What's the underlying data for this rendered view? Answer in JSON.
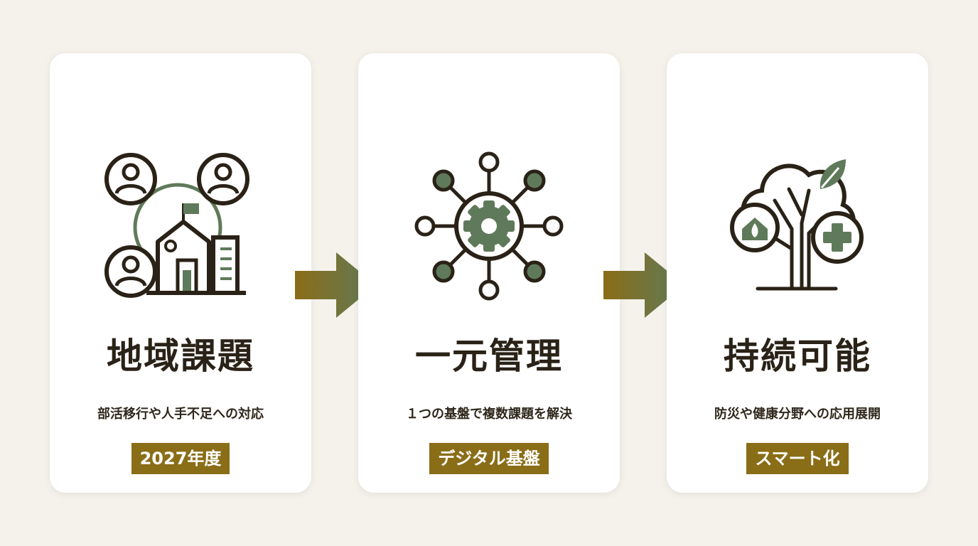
{
  "colors": {
    "background": "#f5f2ec",
    "card": "#ffffff",
    "icon_line": "#2a2217",
    "icon_accent": "#5f7a5a",
    "badge": "#8a6d17",
    "arrow_start": "#8a6d17",
    "arrow_end": "#5f7a5a"
  },
  "steps": [
    {
      "icon": "community-town-icon",
      "title": "地域課題",
      "description": "部活移行や人手不足への対応",
      "badge": "2027年度"
    },
    {
      "icon": "network-gear-icon",
      "title": "一元管理",
      "description": "１つの基盤で複数課題を解決",
      "badge": "デジタル基盤"
    },
    {
      "icon": "tree-house-medical-icon",
      "title": "持続可能",
      "description": "防災や健康分野への応用展開",
      "badge": "スマート化"
    }
  ],
  "arrows": [
    {
      "icon": "right-arrow-icon"
    },
    {
      "icon": "right-arrow-icon"
    }
  ]
}
